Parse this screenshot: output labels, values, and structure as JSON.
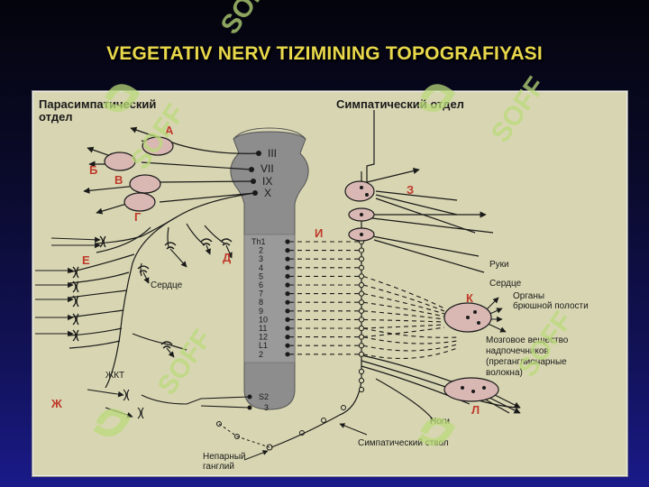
{
  "title": "VEGETATIV NERV TIZIMINING TOPOGRAFIYASI",
  "diagram": {
    "parasympathetic_label_1": "Парасимпатический",
    "parasympathetic_label_2": "отдел",
    "sympathetic_label": "Симпатический отдел",
    "cranial_nerves": [
      "III",
      "VII",
      "IX",
      "X"
    ],
    "spinal_segments": [
      "Th1",
      "2",
      "3",
      "4",
      "5",
      "6",
      "7",
      "8",
      "9",
      "10",
      "11",
      "12",
      "L1",
      "2"
    ],
    "sacral_segments": [
      "S2",
      "3"
    ],
    "ganglia_letters": {
      "a": "А",
      "b": "Б",
      "v": "В",
      "g": "Г",
      "d": "Д",
      "e": "Е",
      "zh": "Ж",
      "z": "З",
      "i": "И",
      "k": "К",
      "l": "Л"
    },
    "labels": {
      "heart_left": "Сердце",
      "gi_tract": "ЖКТ",
      "arms": "Руки",
      "heart_right": "Сердце",
      "abdominal_1": "Органы",
      "abdominal_2": "брюшной полости",
      "adrenal_1": "Мозговое вещество",
      "adrenal_2": "надпочечников",
      "adrenal_3": "(преганглионарные",
      "adrenal_4": "волокна)",
      "legs": "Ноги",
      "sympathetic_trunk": "Симпатический ствол",
      "unpaired_1": "Непарный",
      "unpaired_2": "ганглий"
    }
  },
  "colors": {
    "title": "#e8d84a",
    "panel": "#d8d6b2",
    "ganglion_fill": "#d9b8b4",
    "letters": "#c0392b",
    "lines": "#1a1a1a",
    "spinal_cord": "#8d8d8d",
    "watermark": "#b9d97a"
  },
  "watermark_text": "SOFF"
}
